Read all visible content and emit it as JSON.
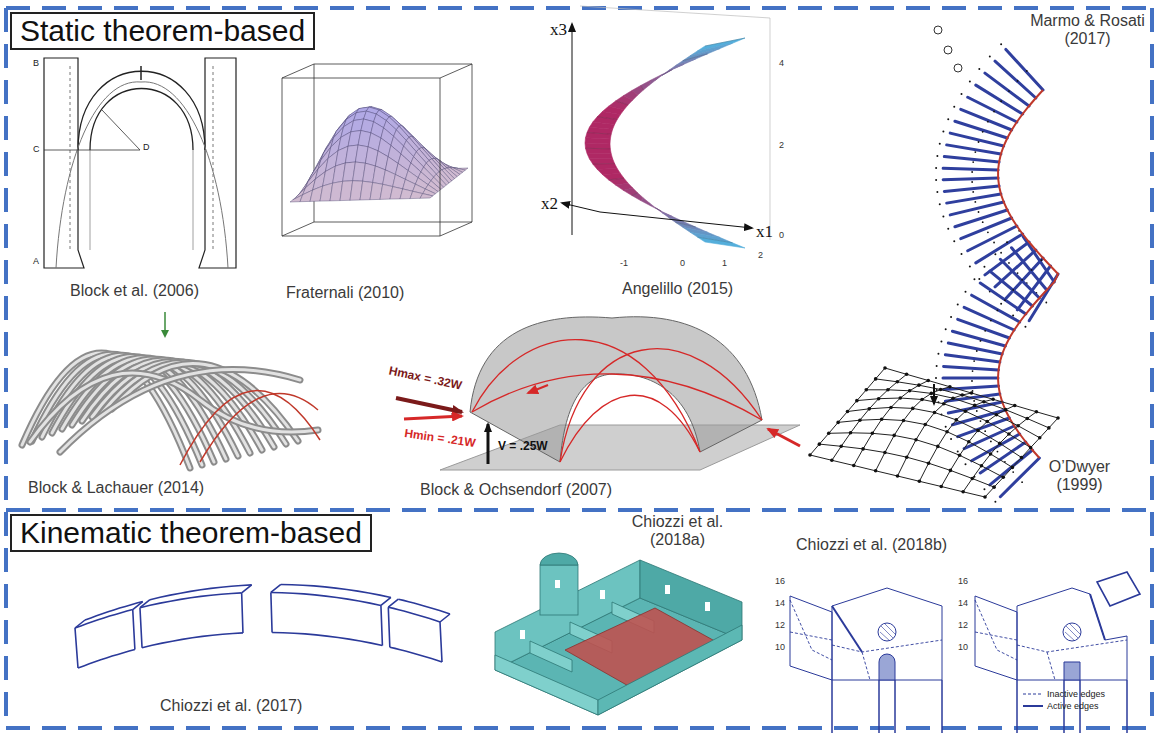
{
  "diagram": {
    "nodes": [
      {
        "text": [
          "Static theorem-based"
        ]
      },
      {
        "text": [
          "Kinematic theorem-based"
        ]
      }
    ],
    "labels": [
      "Block et al. (2006)",
      "Fraternali (2010)",
      "Angelillo (2015)",
      "Marmo & Rosati (2017)",
      "Block & Lachauer (2014)",
      "Block & Ochsendorf (2007)",
      "O’Dwyer (1999)",
      "Chiozzi et al. (2017)",
      "Chiozzi et al. (2018a)",
      "Chiozzi et al. (2018b)",
      "Hmax = .32W",
      "Hmin = .21W",
      "V = .25W",
      "x3",
      "x2",
      "x1",
      "4",
      "2",
      "0",
      "-1",
      "0",
      "1",
      "2",
      "B",
      "C",
      "D",
      "A",
      "16",
      "14",
      "12",
      "10",
      "16",
      "14",
      "12",
      "10"
    ],
    "legend": [
      {
        "text": "Inactive edges"
      },
      {
        "text": "Active edges"
      }
    ]
  }
}
